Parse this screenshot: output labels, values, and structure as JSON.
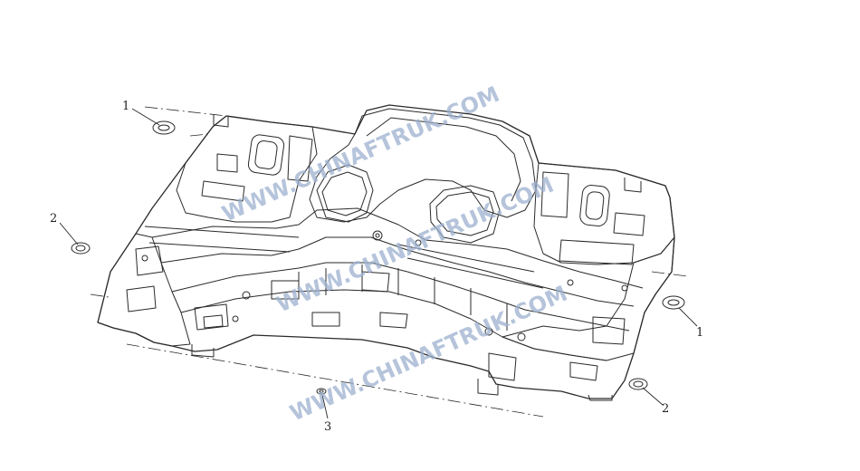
{
  "callouts": [
    {
      "number": "1"
    },
    {
      "number": "2"
    },
    {
      "number": "1"
    },
    {
      "number": "2"
    },
    {
      "number": "3"
    }
  ],
  "watermark": {
    "text_1": "WWW.CHINAFTRUK.COM",
    "text_2": "WWW.CHINAFTRUK.COM",
    "text_3": "WWW.CHINAFTRUK.COM",
    "color": "#8fa7c9"
  },
  "colors": {
    "line": "#2a2a2a",
    "watermark": "#9db1cf"
  }
}
